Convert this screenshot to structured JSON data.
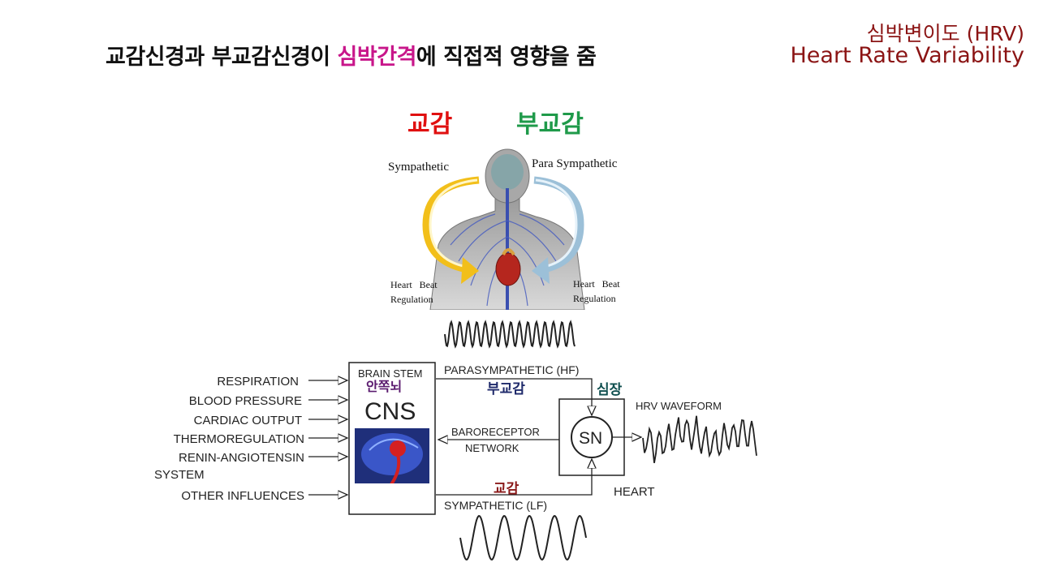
{
  "headline": {
    "part1": "교감신경과 부교감신경이 ",
    "highlight": "심박간격",
    "part2": "에 직접적 영향을 줌"
  },
  "corner": {
    "title_kr": "심박변이도 (HRV)",
    "title_en": "Heart Rate Variability"
  },
  "body_figure": {
    "label_sympathetic_kr": "교감",
    "label_parasympathetic_kr": "부교감",
    "sympathetic": "Sympathetic",
    "parasympathetic": "Para Sympathetic",
    "heartbeat_left_1": "Heart   Beat",
    "heartbeat_left_2": "Regulation",
    "heartbeat_right_1": "Heart   Beat",
    "heartbeat_right_2": "Regulation"
  },
  "block_diagram": {
    "inputs": [
      "RESPIRATION",
      "BLOOD PRESSURE",
      "CARDIAC OUTPUT",
      "THERMOREGULATION",
      "RENIN-ANGIOTENSIN",
      "SYSTEM",
      "OTHER INFLUENCES"
    ],
    "brainstem": "BRAIN STEM",
    "brainstem_kr": "안쪽뇌",
    "cns": "CNS",
    "parasympathetic_hf": "PARASYMPATHETIC (HF)",
    "parasympathetic_kr": "부교감",
    "heart_kr": "심장",
    "baroreceptor": "BARORECEPTOR",
    "network": "NETWORK",
    "sn": "SN",
    "hrv_waveform": "HRV WAVEFORM",
    "heart": "HEART",
    "sympathetic_kr": "교감",
    "sympathetic_lf": "SYMPATHETIC (LF)"
  },
  "colors": {
    "sympathetic": "#e01010",
    "parasympathetic": "#1f9a4a",
    "highlight": "#c8168a",
    "corner": "#8b1414",
    "kr_purple": "#5a1a6e",
    "kr_navy": "#1f2a6b",
    "kr_teal": "#0f4f4f",
    "kr_darkred": "#8b1a1a"
  }
}
